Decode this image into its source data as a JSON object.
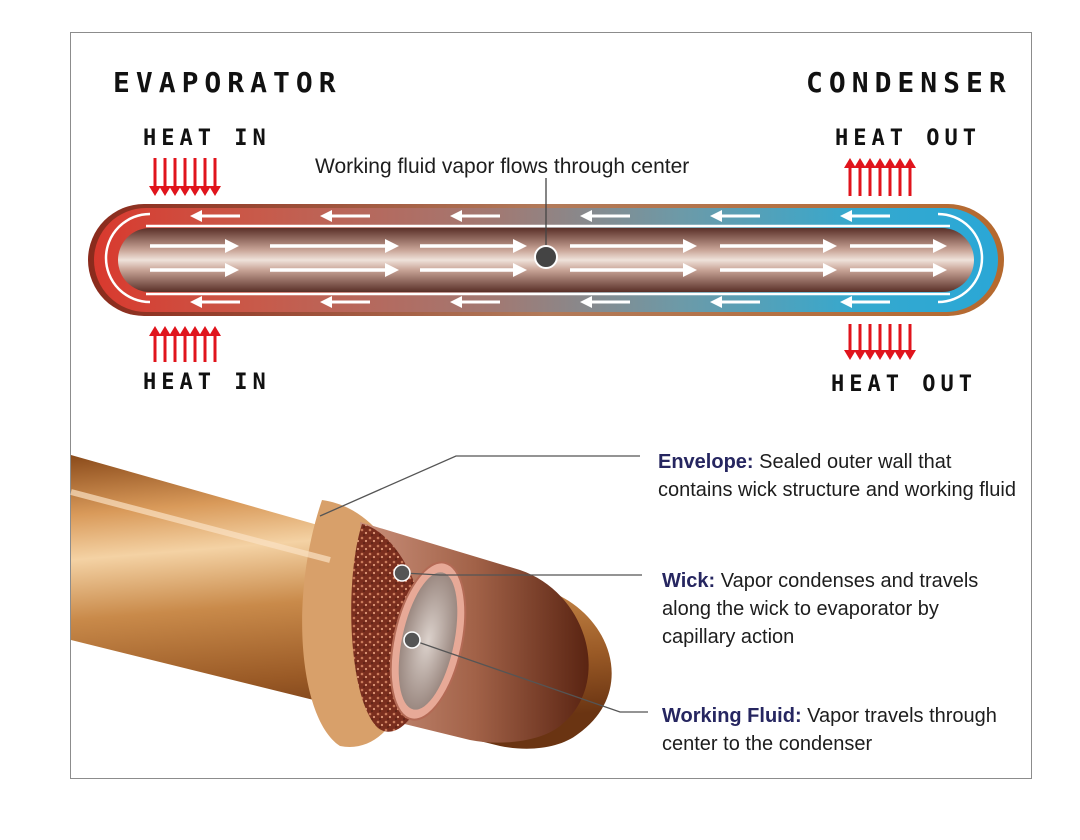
{
  "labels": {
    "evaporator": "EVAPORATOR",
    "condenser": "CONDENSER",
    "heat_in_top": "HEAT IN",
    "heat_out_top": "HEAT OUT",
    "heat_in_bottom": "HEAT IN",
    "heat_out_bottom": "HEAT OUT",
    "center_caption": "Working fluid vapor flows through center"
  },
  "callouts": [
    {
      "term": "Envelope:",
      "text": "Sealed outer wall that contains wick structure and working fluid"
    },
    {
      "term": "Wick:",
      "text": "Vapor condenses and travels along the wick to evaporator by capillary action"
    },
    {
      "term": "Working Fluid:",
      "text": "Vapor travels through center to the condenser"
    }
  ],
  "colors": {
    "evaporator_hot": "#e23a32",
    "condenser_cool": "#2fa8d0",
    "copper": "#c07a3a",
    "heat_arrow": "#e0141c",
    "callout_term": "#262660"
  }
}
